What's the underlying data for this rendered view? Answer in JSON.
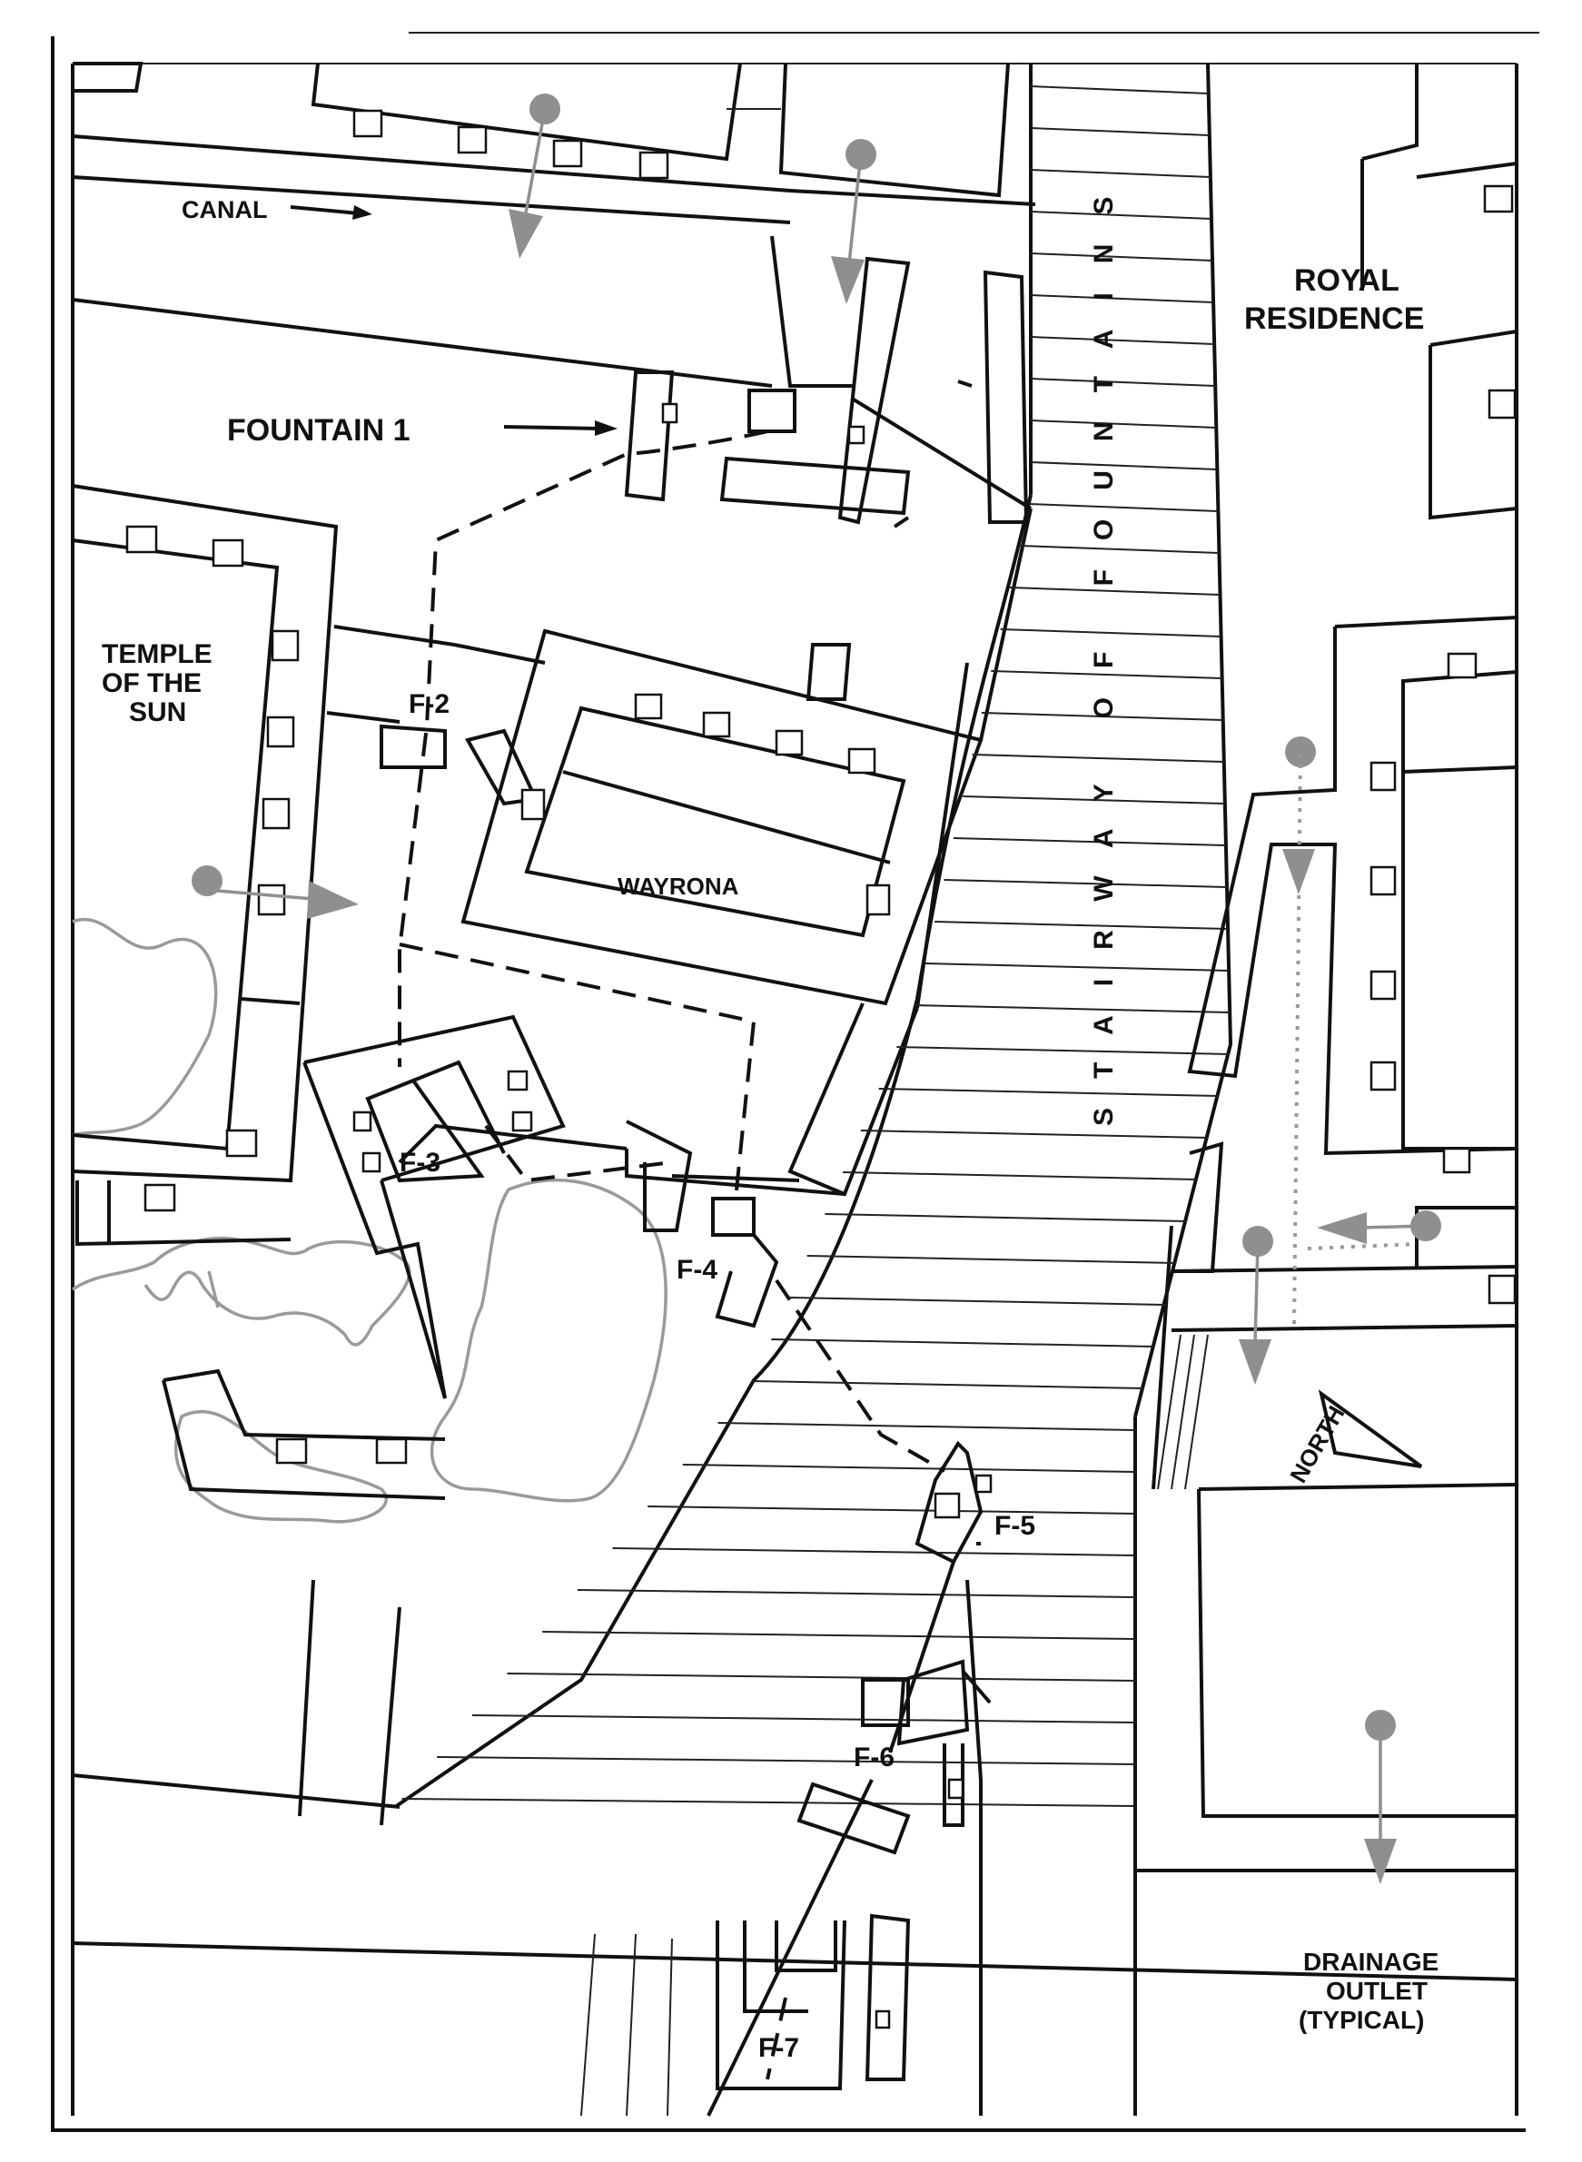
{
  "labels": {
    "canal": "CANAL",
    "fountain1": "FOUNTAIN 1",
    "royal1": "ROYAL",
    "royal2": "RESIDENCE",
    "temple1": "TEMPLE",
    "temple2": "OF THE",
    "temple3": "SUN",
    "wayrona": "WAYRONA",
    "stairway": "STAIRWAY OF FOUNTAINS",
    "f2": "F-2",
    "f3": "F-3",
    "f4": "F-4",
    "f5": "F-5",
    "f6": "F-6",
    "f7": "F-7",
    "north": "NORTH",
    "drain1": "DRAINAGE",
    "drain2": "OUTLET",
    "drain3": "(TYPICAL)"
  },
  "colors": {
    "ink": "#111111",
    "drainage_marker": "#8f8f8f",
    "terrain": "#9a9a9a"
  }
}
